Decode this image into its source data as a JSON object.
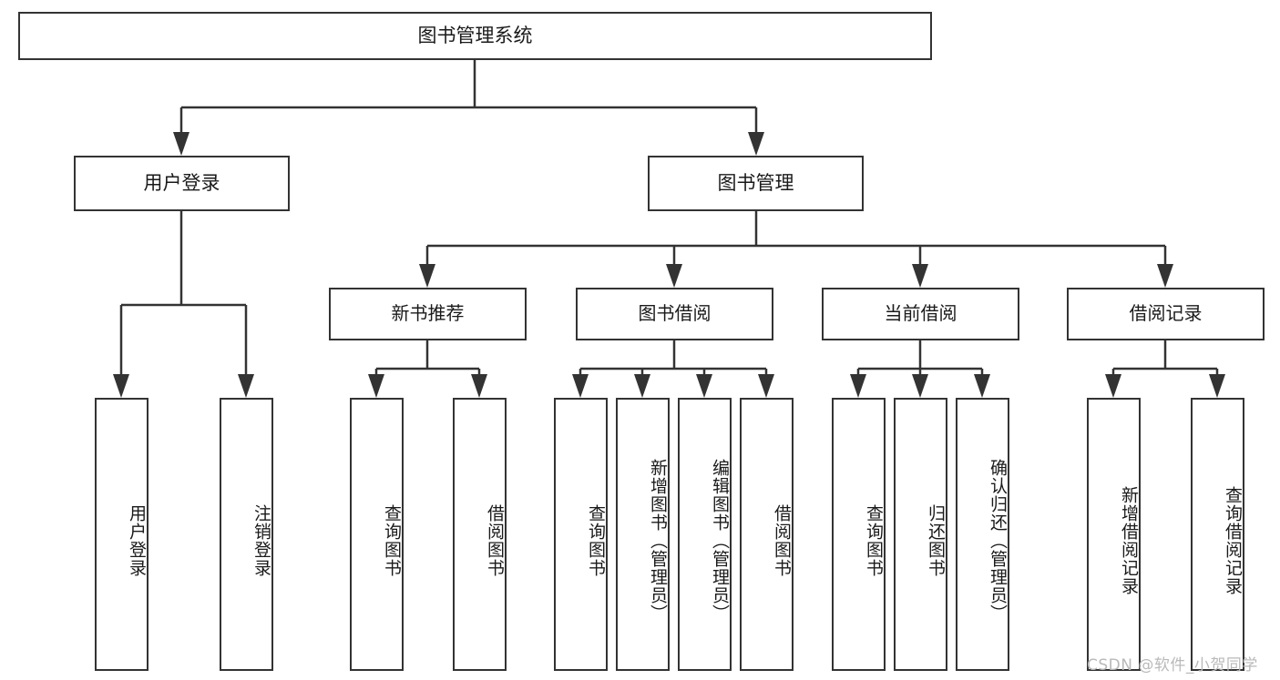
{
  "diagram": {
    "title": "图书管理系统",
    "root": {
      "label": "图书管理系统"
    },
    "level2": [
      {
        "label": "用户登录"
      },
      {
        "label": "图书管理"
      }
    ],
    "level3": [
      {
        "label": "新书推荐"
      },
      {
        "label": "图书借阅"
      },
      {
        "label": "当前借阅"
      },
      {
        "label": "借阅记录"
      }
    ],
    "leaves": {
      "user_login": [
        {
          "label": "用户登录"
        },
        {
          "label": "注销登录"
        }
      ],
      "new_book": [
        {
          "label": "查询图书"
        },
        {
          "label": "借阅图书"
        }
      ],
      "borrow_book": [
        {
          "label": "查询图书"
        },
        {
          "label": "新增图书（管理员）"
        },
        {
          "label": "编辑图书（管理员）"
        },
        {
          "label": "借阅图书"
        }
      ],
      "current_borrow": [
        {
          "label": "查询图书"
        },
        {
          "label": "归还图书"
        },
        {
          "label": "确认归还（管理员）"
        }
      ],
      "borrow_record": [
        {
          "label": "新增借阅记录"
        },
        {
          "label": "查询借阅记录"
        }
      ]
    }
  },
  "watermark": {
    "text": "CSDN @软件_小贺同学"
  },
  "colors": {
    "stroke": "#333333",
    "fill": "#ffffff",
    "text": "#1a1a1a",
    "watermark": "#b9b9b9"
  }
}
